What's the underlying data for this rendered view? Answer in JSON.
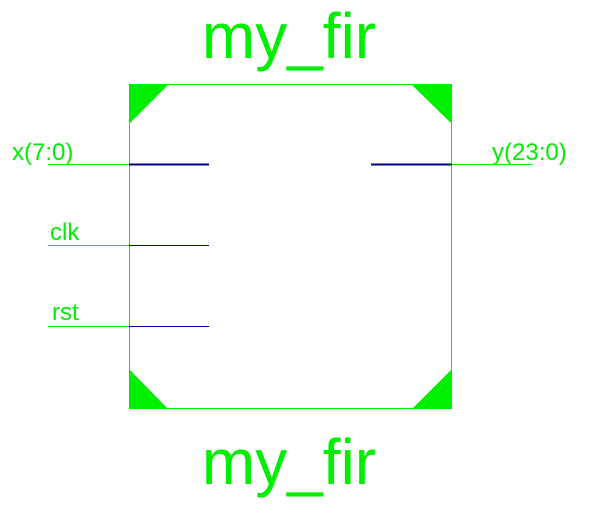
{
  "symbol": {
    "name_top": "my_fir",
    "name_bottom": "my_fir"
  },
  "ports": {
    "x": "x(7:0)",
    "clk": "clk",
    "rst": "rst",
    "y": "y(23:0)"
  },
  "colors": {
    "symbol_green": "#00ee00",
    "wire_blue": "#000099",
    "bus_blue": "#000080",
    "background": "#ffffff"
  }
}
